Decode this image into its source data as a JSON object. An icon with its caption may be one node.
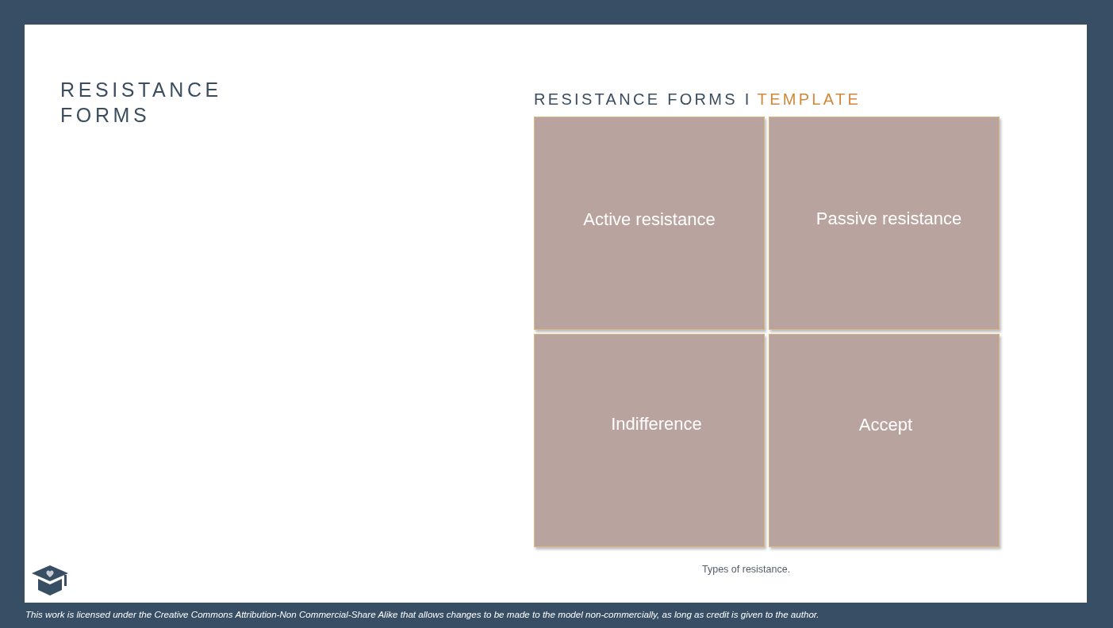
{
  "diagram": {
    "title": "RESISTANCE FORMS",
    "nodes": [
      {
        "text": [
          "Active resistance"
        ]
      },
      {
        "text": [
          "Passive resistance"
        ]
      },
      {
        "text": [
          "Indifference"
        ]
      },
      {
        "text": [
          "Accept"
        ]
      }
    ],
    "labels": [
      "RESISTANCE FORMS I",
      "TEMPLATE",
      "This work is licensed under the Creative Commons Attribution-Non Commercial-Share Alike that allows changes to be made to the model non-commercially, as long as credit is given to the author."
    ],
    "caption": "Types of resistance."
  }
}
